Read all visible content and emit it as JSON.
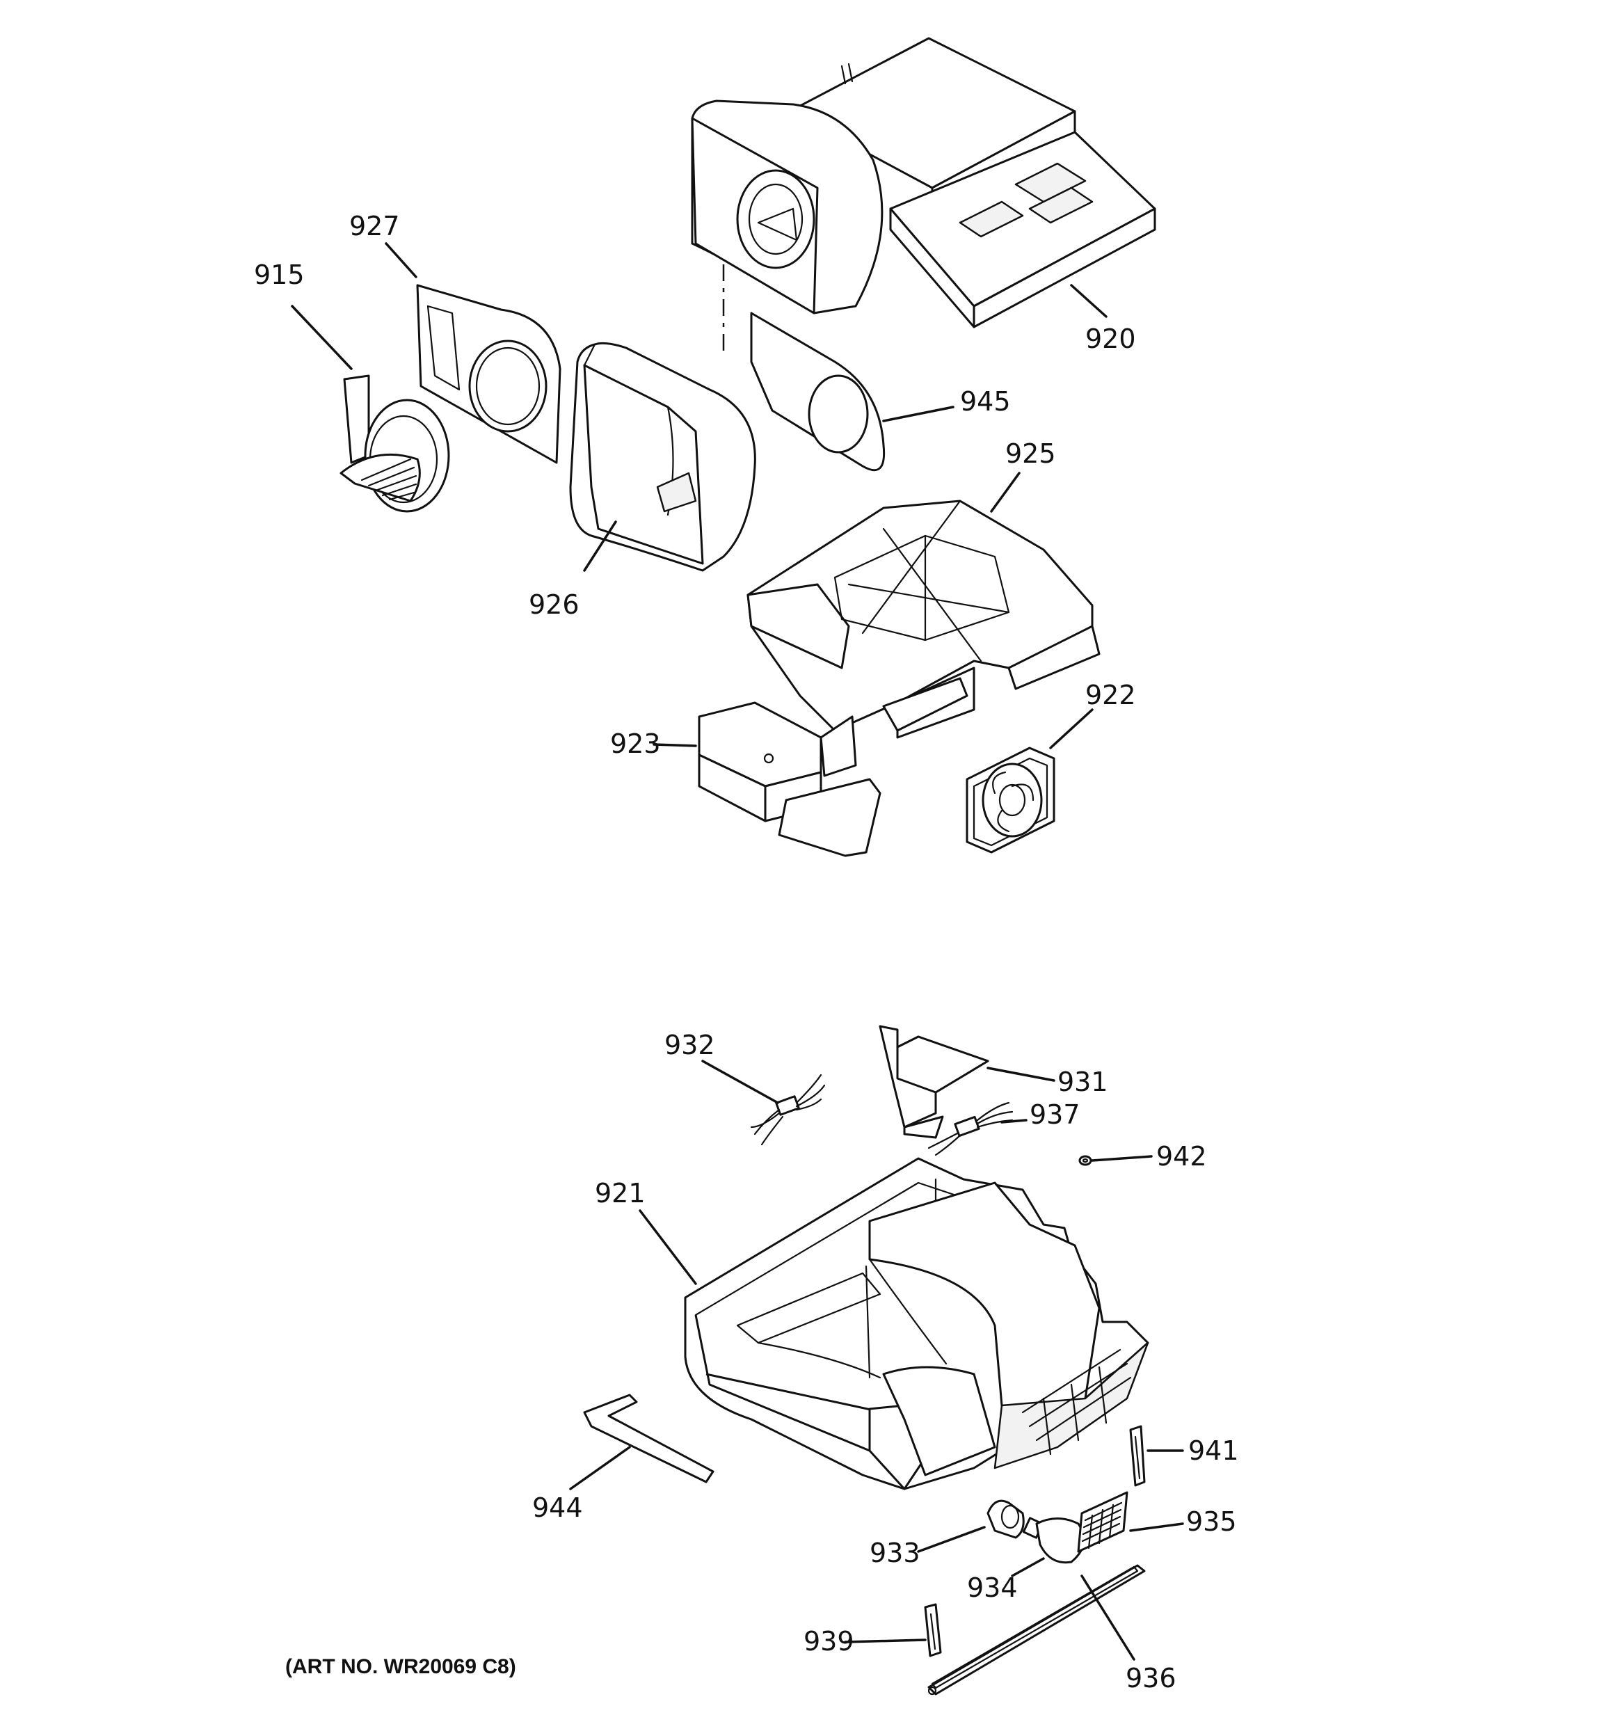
{
  "diagram": {
    "art_number": "(ART NO. WR20069 C8)",
    "callouts": {
      "c915": "915",
      "c927": "927",
      "c920": "920",
      "c945": "945",
      "c925": "925",
      "c926": "926",
      "c922": "922",
      "c923": "923",
      "c932": "932",
      "c931": "931",
      "c937": "937",
      "c942": "942",
      "c921": "921",
      "c941": "941",
      "c944": "944",
      "c935": "935",
      "c933": "933",
      "c934": "934",
      "c939": "939",
      "c936": "936"
    }
  }
}
